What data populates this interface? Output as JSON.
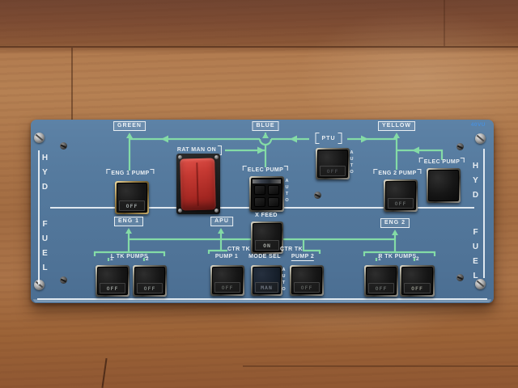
{
  "panel": {
    "tag": "40VU",
    "left_hyd": "HYD",
    "left_fuel": "FUEL",
    "right_hyd": "HYD",
    "right_fuel": "FUEL"
  },
  "hyd": {
    "green": "GREEN",
    "blue": "BLUE",
    "yellow": "YELLOW",
    "rat_label": "RAT MAN ON",
    "ptu_label": "PTU",
    "ptu_auto": "AUTO",
    "ptu_legend": "OFF",
    "eng1_label": "ENG 1 PUMP",
    "eng1_legend": "OFF",
    "belec_label": "ELEC PUMP",
    "belec_auto": "AUTO",
    "eng2_label": "ENG 2 PUMP",
    "eng2_legend": "OFF",
    "yelec_label": "ELEC PUMP"
  },
  "fuel": {
    "eng1": "ENG 1",
    "apu": "APU",
    "eng2": "ENG 2",
    "xfeed_label": "X FEED",
    "xfeed_legend": "ON",
    "ltk_label": "L TK PUMPS",
    "ltk_n1": "1",
    "ltk_n2": "2",
    "ltk1_legend": "OFF",
    "ltk2_legend": "OFF",
    "ctr1_group": "CTR TK",
    "ctr1_label": "PUMP 1",
    "ctr1_legend": "OFF",
    "mode_label": "MODE SEL",
    "mode_legend": "MAN",
    "mode_auto": "AUTO",
    "ctr2_group": "CTR TK",
    "ctr2_label": "PUMP 2",
    "ctr2_legend": "OFF",
    "rtk_label": "R TK PUMPS",
    "rtk_n1": "1",
    "rtk_n2": "2",
    "rtk1_legend": "OFF",
    "rtk2_legend": "OFF"
  },
  "colors": {
    "panel_blue": "#53779b",
    "flow_green": "#84dba6",
    "label_white": "#e9eef2",
    "guard_red": "#c13430",
    "tag_blue": "#4a8fd9"
  }
}
